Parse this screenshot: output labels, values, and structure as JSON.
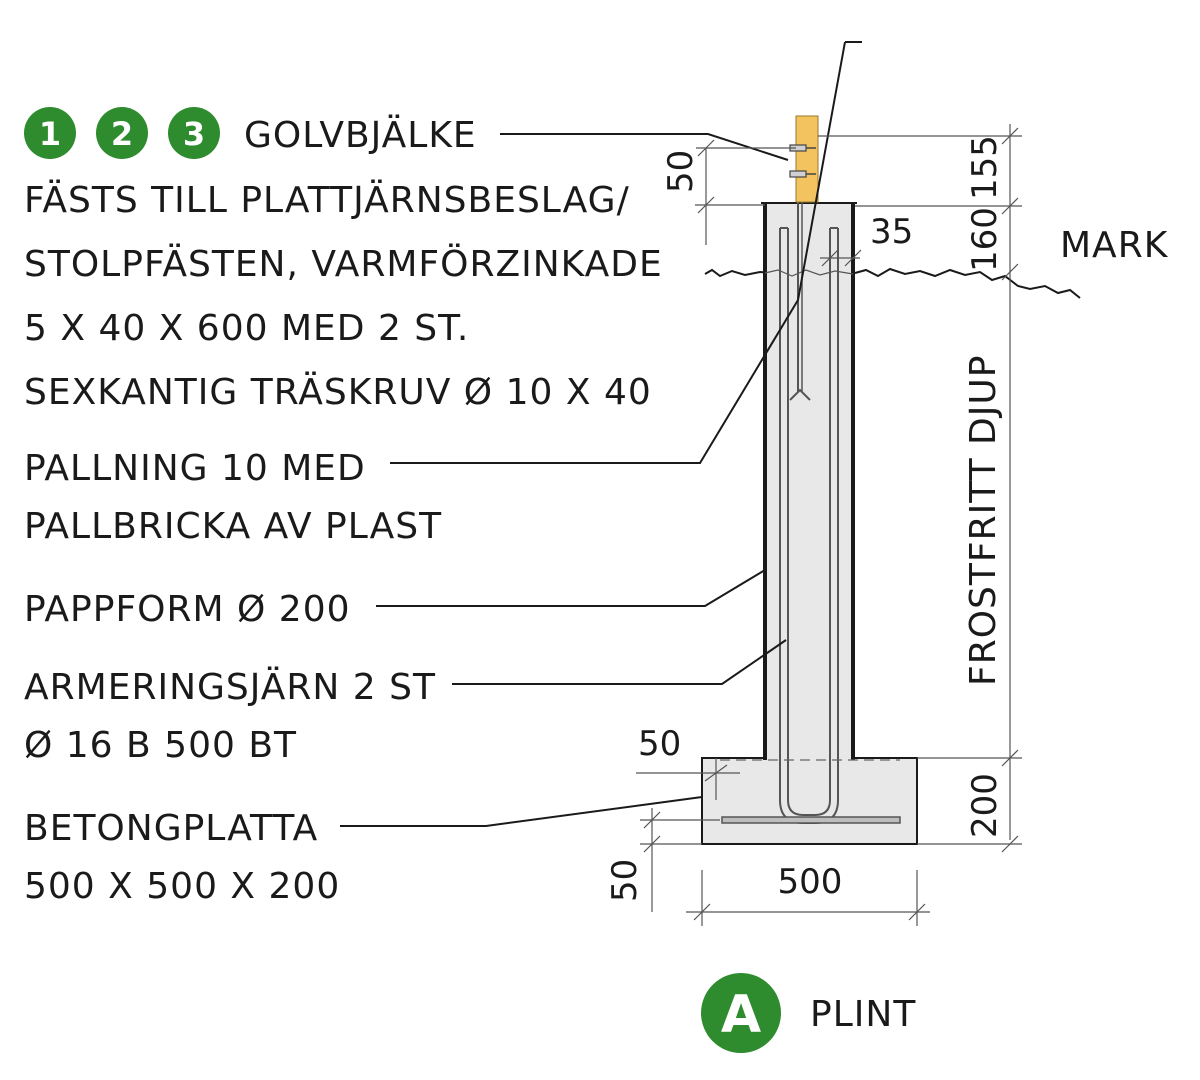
{
  "colors": {
    "badge": "#2e8b2e",
    "concrete": "#e8e8e8",
    "timber": "#f2c35e",
    "ink": "#1a1a1a"
  },
  "badges": [
    "1",
    "2",
    "3"
  ],
  "labels": {
    "golvbjalke": "GOLVBJÄLKE",
    "fasts_lines": [
      "FÄSTS TILL PLATTJÄRNSBESLAG/",
      "STOLPFÄSTEN, VARMFÖRZINKADE",
      "5 X 40 X 600 MED 2 ST.",
      "SEXKANTIG TRÄSKRUV Ø 10 X 40"
    ],
    "pallning_lines": [
      "PALLNING 10 MED",
      "PALLBRICKA AV PLAST"
    ],
    "pappform": "PAPPFORM Ø 200",
    "armering_lines": [
      "ARMERINGSJÄRN 2 ST",
      "Ø 16 B 500 BT"
    ],
    "betong_lines": [
      "BETONGPLATTA",
      "500 X 500 X 200"
    ],
    "mark": "MARK",
    "frostfritt": "FROSTFRITT DJUP"
  },
  "dimensions": {
    "d50_top": "50",
    "d155": "155",
    "d160": "160",
    "d35": "35",
    "d50_slab": "50",
    "d200": "200",
    "d50_bottom": "50",
    "d500": "500"
  },
  "plint": {
    "badge": "A",
    "label": "PLINT"
  }
}
